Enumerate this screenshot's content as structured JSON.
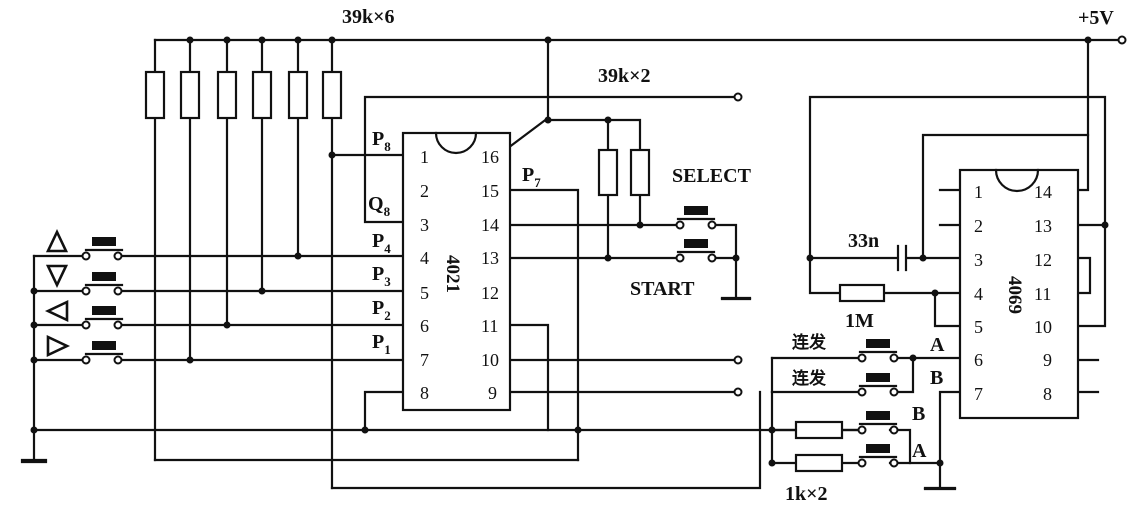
{
  "labels": {
    "res_bank_top": "39k×6",
    "res_bank_right": "39k×2",
    "supply": "+5V",
    "select": "SELECT",
    "start": "START",
    "cap": "33n",
    "res_feedback": "1M",
    "res_bottom": "1k×2",
    "rapid_fire": "连发",
    "line_a": "A",
    "line_b": "B"
  },
  "ic1": {
    "name": "4021",
    "left_pins": [
      "1",
      "2",
      "3",
      "4",
      "5",
      "6",
      "7",
      "8"
    ],
    "right_pins": [
      "16",
      "15",
      "14",
      "13",
      "12",
      "11",
      "10",
      "9"
    ],
    "left_signals": [
      {
        "main": "P",
        "sub": "8"
      },
      {
        "main": "Q",
        "sub": "8"
      },
      {
        "main": "P",
        "sub": "4"
      },
      {
        "main": "P",
        "sub": "3"
      },
      {
        "main": "P",
        "sub": "2"
      },
      {
        "main": "P",
        "sub": "1"
      }
    ],
    "right_signal": {
      "main": "P",
      "sub": "7"
    }
  },
  "ic2": {
    "name": "4069",
    "left_pins": [
      "1",
      "2",
      "3",
      "4",
      "5",
      "6",
      "7"
    ],
    "right_pins": [
      "14",
      "13",
      "12",
      "11",
      "10",
      "9",
      "8"
    ]
  },
  "direction_buttons": [
    "up-triangle",
    "down-triangle",
    "left-triangle",
    "right-triangle"
  ]
}
